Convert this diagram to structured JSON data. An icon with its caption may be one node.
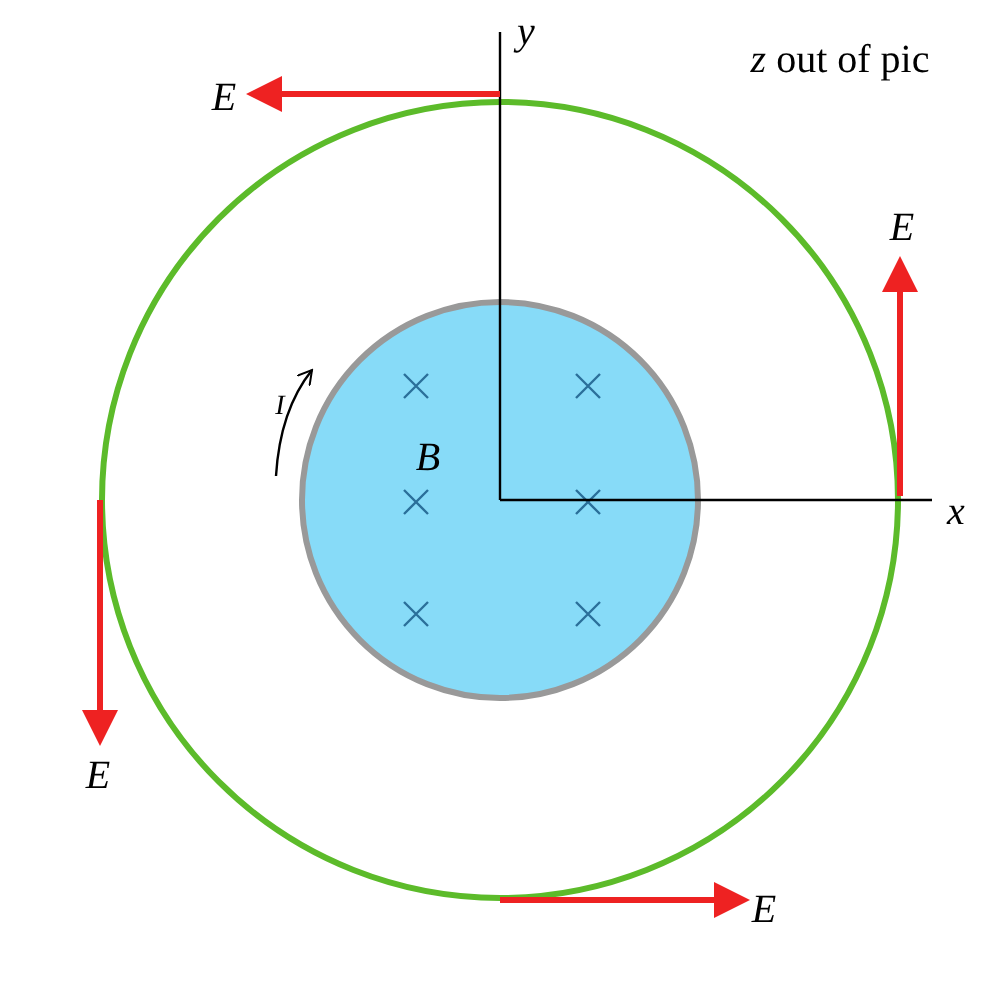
{
  "diagram": {
    "labels": [
      "y",
      "*z* out of pic",
      "E",
      "E",
      "I",
      "B",
      "x",
      "E",
      "E"
    ]
  }
}
